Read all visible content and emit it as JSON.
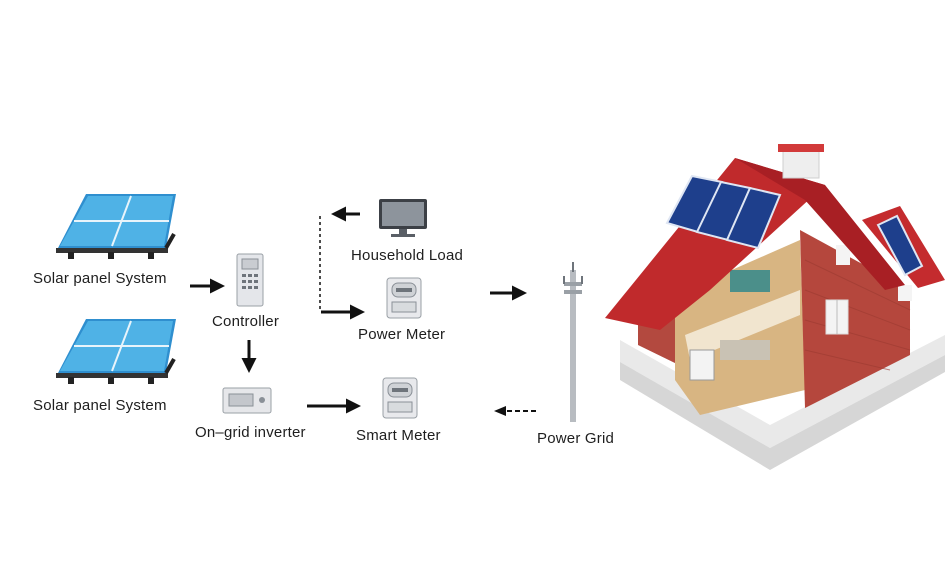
{
  "nodes": {
    "solar_panel_1": "Solar panel System",
    "solar_panel_2": "Solar panel System",
    "controller": "Controller",
    "inverter": "On–grid inverter",
    "household_load": "Household Load",
    "power_meter": "Power Meter",
    "smart_meter": "Smart Meter",
    "power_grid": "Power Grid"
  },
  "colors": {
    "panel_blue": "#3aa0d8",
    "roof_red": "#b8262b",
    "brick": "#b3493f",
    "arrow": "#111111"
  }
}
